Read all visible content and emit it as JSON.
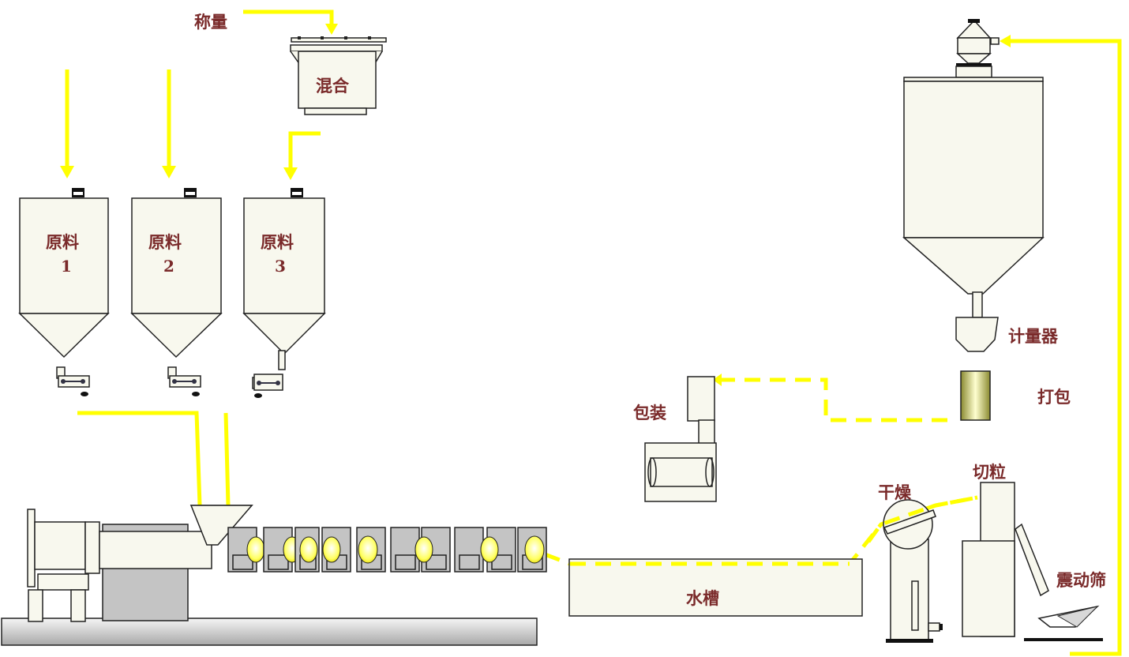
{
  "labels": {
    "weighing": "称量",
    "mixing": "混合",
    "raw1_name": "原料",
    "raw1_num": "1",
    "raw2_name": "原料",
    "raw2_num": "2",
    "raw3_name": "原料",
    "raw3_num": "3",
    "metering": "计量器",
    "packing_bag": "打包",
    "packaging": "包装",
    "drying": "干燥",
    "pelletizing": "切粒",
    "vibrating_screen": "震动筛",
    "water_tank": "水槽"
  },
  "colors": {
    "flow_line": "#ffff00",
    "equipment_fill": "#f8f8ee",
    "label_text": "#7a2a2a",
    "barrel_glow": "#ffffc0"
  }
}
